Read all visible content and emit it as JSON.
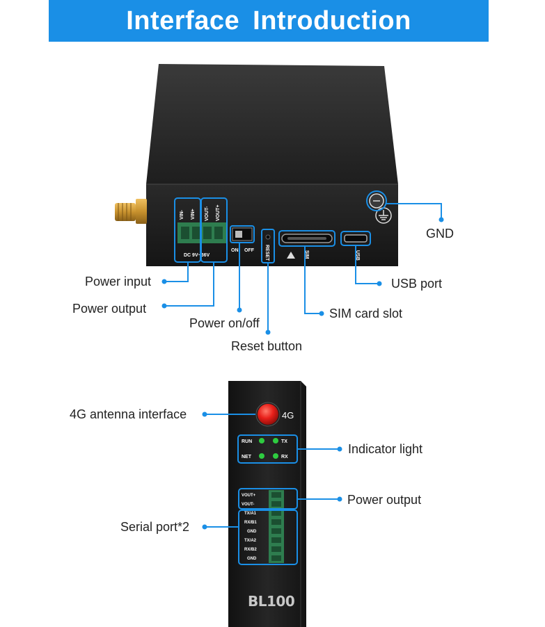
{
  "banner": {
    "title": "Interface Introduction"
  },
  "top_device": {
    "port_labels": {
      "vin_minus": "VIN-",
      "vin_plus": "VIN+",
      "vout_minus": "VOUT-",
      "vout_plus": "VOUT+",
      "dc_range": "DC 9V~36V",
      "on": "ON",
      "off": "OFF",
      "reset": "RESET",
      "sim": "SIM",
      "usb": "USB"
    },
    "callouts": {
      "gnd": "GND",
      "power_input": "Power input",
      "power_output": "Power output",
      "power_on_off": "Power on/off",
      "reset_button": "Reset button",
      "usb_port": "USB port",
      "sim_card_slot": "SIM card slot"
    }
  },
  "front_device": {
    "model": "BL100",
    "antenna_label": "4G",
    "led_labels": {
      "run": "RUN",
      "tx": "TX",
      "net": "NET",
      "rx": "RX"
    },
    "terminal_labels": [
      "VOUT+",
      "VOUT-",
      "TX/A1",
      "RX/B1",
      "GND",
      "TX/A2",
      "RX/B2",
      "GND"
    ],
    "callouts": {
      "antenna": "4G antenna interface",
      "indicator": "Indicator light",
      "power_output": "Power output",
      "serial": "Serial port*2"
    }
  },
  "colors": {
    "accent": "#1a8fe6",
    "led": "#2ecc40",
    "antenna": "#e8201a"
  }
}
